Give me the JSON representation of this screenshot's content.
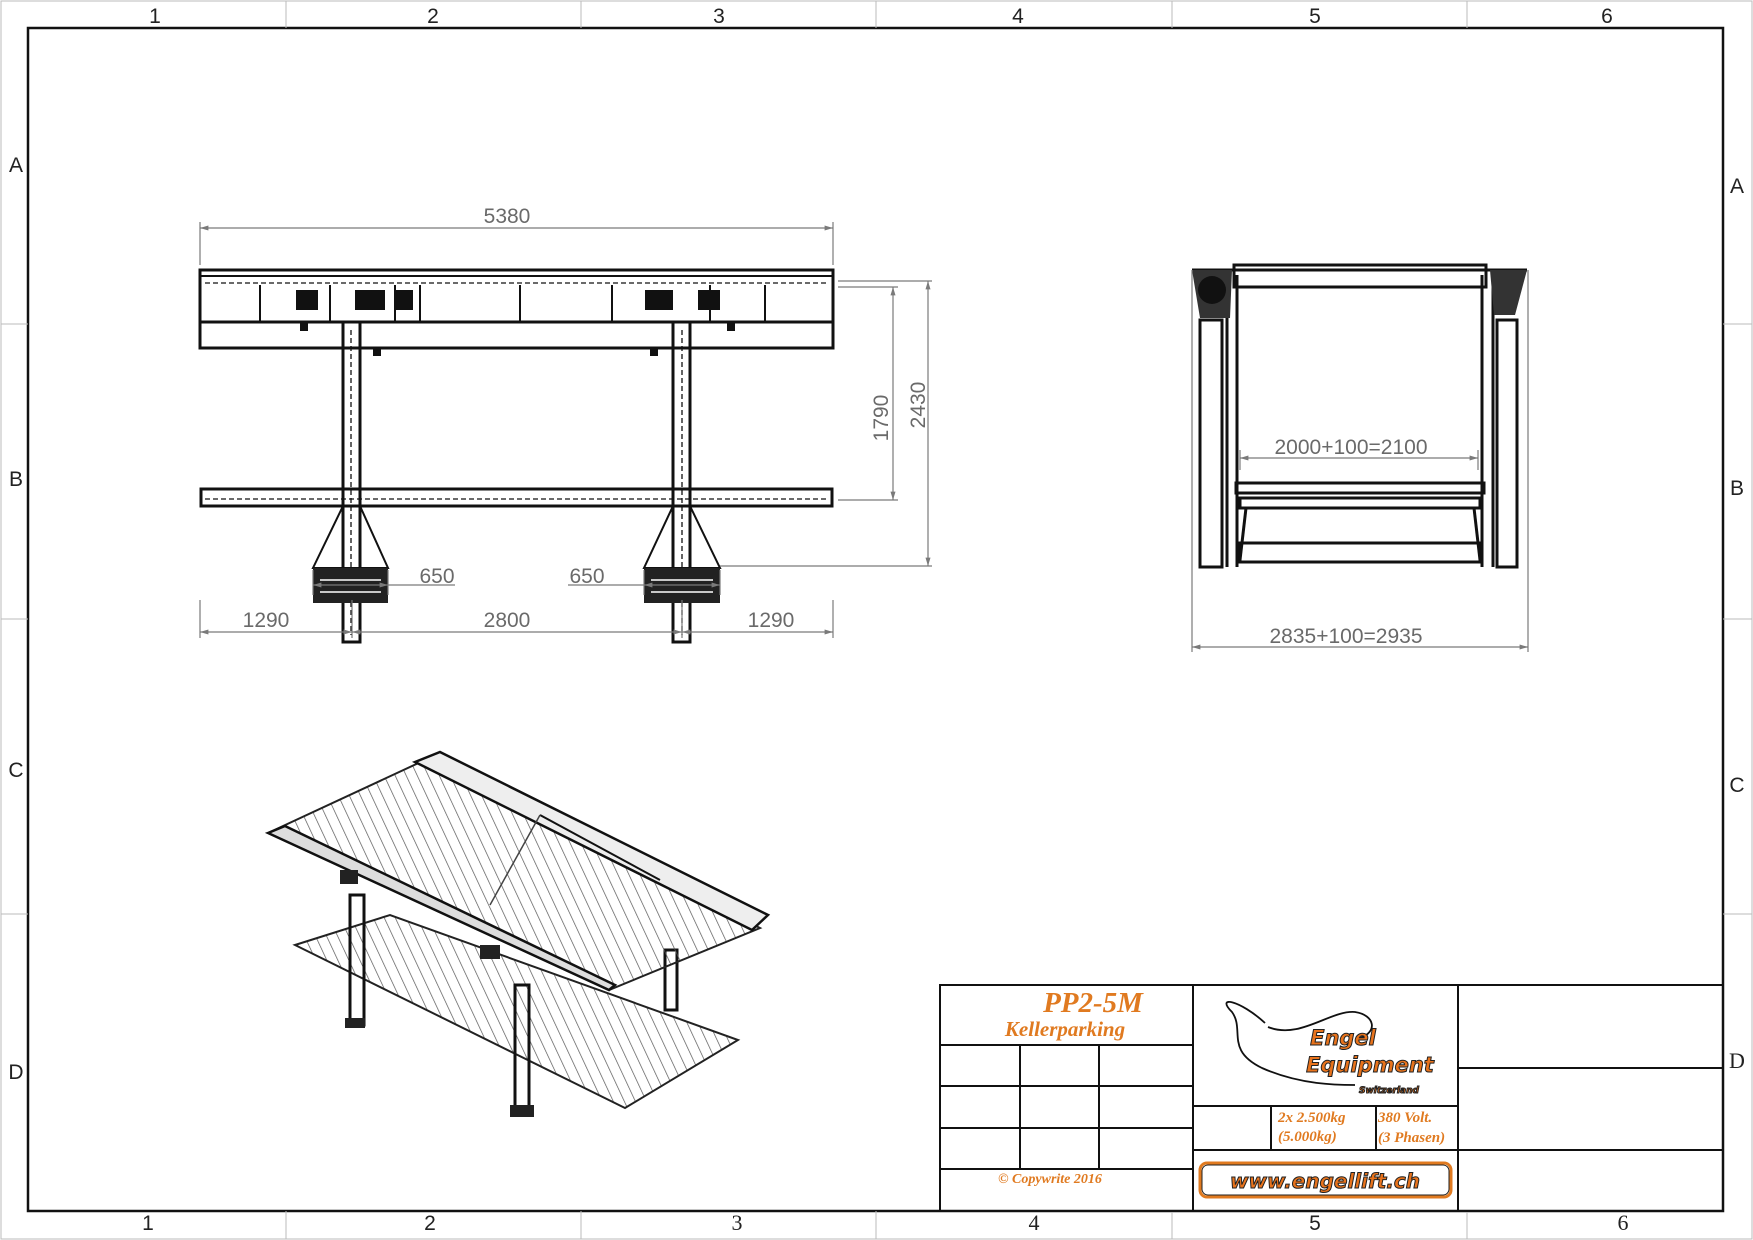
{
  "grid": {
    "columns": [
      "1",
      "2",
      "3",
      "4",
      "5",
      "6"
    ],
    "rows": [
      "A",
      "B",
      "C",
      "D"
    ]
  },
  "front_view": {
    "overall_length": "5380",
    "height_inner": "1790",
    "height_total": "2430",
    "foot_left": "650",
    "foot_right": "650",
    "span_left": "1290",
    "span_center": "2800",
    "span_right": "1290"
  },
  "side_view": {
    "inner_width": "2000+100=2100",
    "outer_width": "2835+100=2935"
  },
  "title_block": {
    "model": "PP2-5M",
    "subtitle": "Kellerparking",
    "copyright": "© Copywrite 2016",
    "capacity_line1": "2x 2.500kg",
    "capacity_line2": "(5.000kg)",
    "power_line1": "380 Volt.",
    "power_line2": "(3 Phasen)",
    "website": "www.engellift.ch",
    "logo": {
      "line1": "Engel",
      "line2": "Equipment",
      "line3": "Switzerland"
    }
  },
  "colors": {
    "accent": "#e07a20",
    "dimension": "#7a7a7a"
  }
}
